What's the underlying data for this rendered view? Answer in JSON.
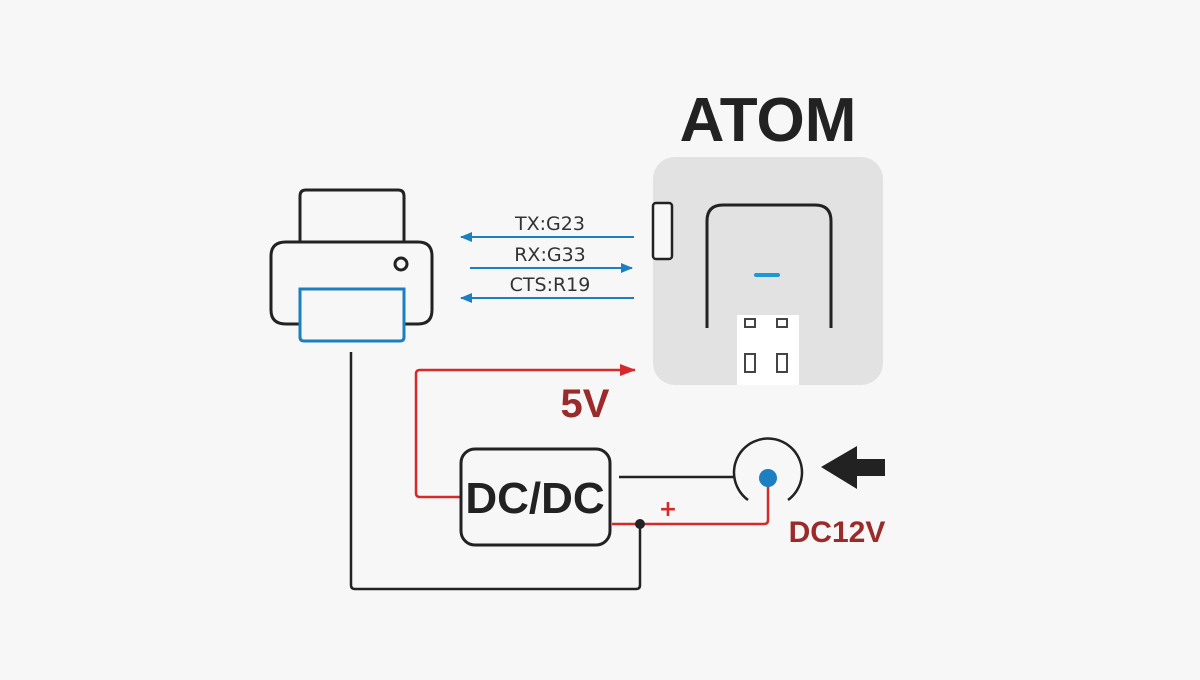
{
  "atom": {
    "title": "ATOM"
  },
  "signals": [
    {
      "label": "TX:G23",
      "direction": "to-printer"
    },
    {
      "label": "RX:G33",
      "direction": "to-atom"
    },
    {
      "label": "CTS:R19",
      "direction": "to-printer"
    }
  ],
  "power": {
    "output_label": "5V",
    "converter_label": "DC/DC",
    "input_label": "DC12V",
    "plus_sign": "+"
  },
  "colors": {
    "signal_blue": "#1b7fc1",
    "power_red": "#d62a2a",
    "label_dark_red": "#9b2a2a",
    "outline": "#222222",
    "atom_body": "#e2e2e2"
  },
  "icons": {
    "printer": "printer-icon",
    "atom": "atom-device-icon",
    "jack": "dc-jack-icon",
    "arrow": "input-arrow-icon"
  }
}
